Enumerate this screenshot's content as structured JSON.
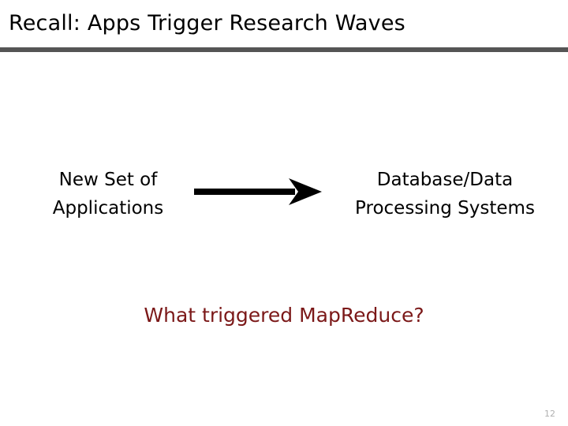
{
  "slide": {
    "title": "Recall: Apps Trigger Research Waves",
    "divider_color": "#555555",
    "background_color": "#ffffff"
  },
  "diagram": {
    "source_node": {
      "name": "new-set-of-applications",
      "line1": "New Set of",
      "line2": "Applications",
      "color": "#000000"
    },
    "connector": {
      "name": "right-arrow",
      "direction": "right",
      "color": "#000000"
    },
    "target_node": {
      "name": "database-data-processing-systems",
      "line1": "Database/Data",
      "line2": "Processing Systems",
      "color": "#000000"
    }
  },
  "question": {
    "text": "What triggered MapReduce?",
    "color": "#7B1818"
  },
  "footer": {
    "page_number": "12",
    "color": "#b0b0b0"
  }
}
